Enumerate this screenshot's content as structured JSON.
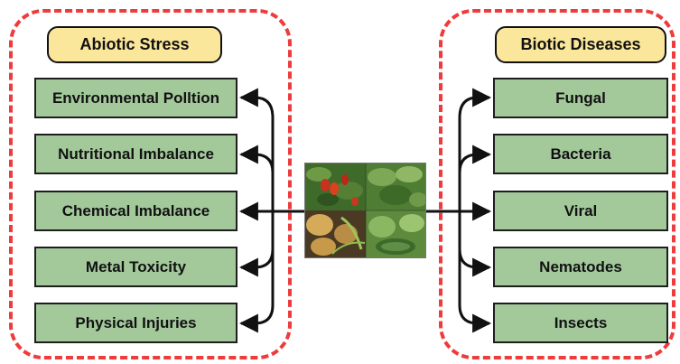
{
  "left": {
    "title": "Abiotic Stress",
    "items": [
      "Environmental Polltion",
      "Nutritional Imbalance",
      "Chemical Imbalance",
      "Metal Toxicity",
      "Physical Injuries"
    ]
  },
  "right": {
    "title": "Biotic Diseases",
    "items": [
      "Fungal",
      "Bacteria",
      "Viral",
      "Nematodes",
      "Insects"
    ]
  },
  "colors": {
    "panel_border": "#ee3b3b",
    "header_fill": "#fbe79b",
    "node_fill": "#a3c99b",
    "arrow": "#111111"
  }
}
